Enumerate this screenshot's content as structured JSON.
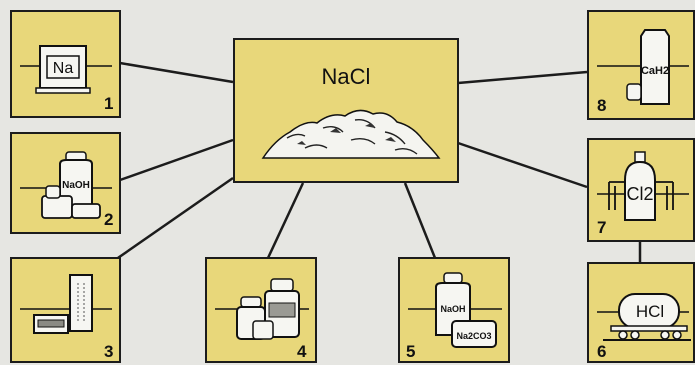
{
  "center": {
    "label": "NaCl"
  },
  "products": [
    {
      "num": "1",
      "label": "Na"
    },
    {
      "num": "2",
      "label": "NaOH"
    },
    {
      "num": "3",
      "label": ""
    },
    {
      "num": "4",
      "label": ""
    },
    {
      "num": "5",
      "label_a": "NaOH",
      "label_b": "Na2CO3"
    },
    {
      "num": "6",
      "label": "HCl"
    },
    {
      "num": "7",
      "label": "Cl2"
    },
    {
      "num": "8",
      "label": "CaH2"
    }
  ],
  "colors": {
    "box_fill": "#e8d77a",
    "border": "#1c1c1c",
    "background": "#e6e6e2"
  }
}
